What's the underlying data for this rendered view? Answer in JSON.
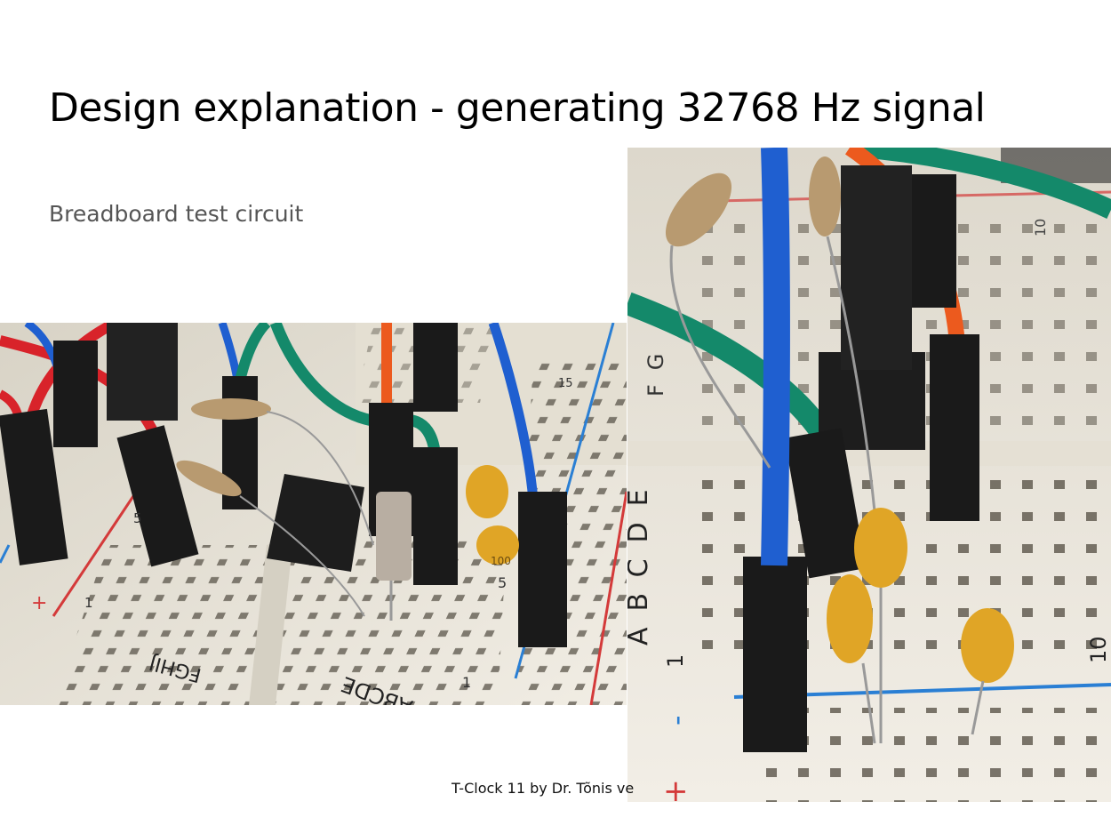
{
  "slide": {
    "title": "Design explanation - generating 32768 Hz signal",
    "subtitle": "Breadboard test circuit",
    "footer": "T-Clock 11 by Dr. Tõnis ve"
  },
  "photos": {
    "left": {
      "description_icon": "breadboard-photo",
      "labels": {
        "row_letters_left": "FGHIJ",
        "row_letters_right": "ABCDE",
        "num_5_left": "5",
        "num_1_left": "1",
        "num_15": "15",
        "num_5_right": "5",
        "num_1_right": "1",
        "plus": "+",
        "cap_text": "100"
      }
    },
    "right": {
      "description_icon": "breadboard-closeup-photo",
      "labels": {
        "row_letters": "ABCDE",
        "row_letters_top": "FG",
        "num_1": "1",
        "num_10_top": "10",
        "num_10_right": "10",
        "plus": "+",
        "minus": "-"
      }
    }
  },
  "colors": {
    "board": "#ebe6da",
    "hole": "#5b554a",
    "wire_red": "#d8232a",
    "wire_blue": "#1f5fd0",
    "wire_green": "#14896a",
    "wire_orange": "#ec5a1e",
    "header_black": "#1a1a1a",
    "capacitor": "#e0a526",
    "rail_red": "#d43a3a",
    "rail_blue": "#2a7fd4"
  }
}
